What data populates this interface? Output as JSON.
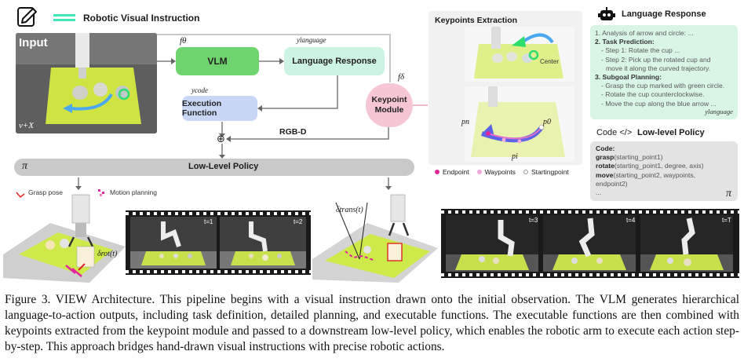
{
  "header": {
    "legend_label": "Robotic Visual Instruction"
  },
  "input_panel": {
    "label": "Input",
    "sub_label": "v+X"
  },
  "pipeline": {
    "f_theta": "fθ",
    "vlm_label": "VLM",
    "y_language_label": "ylanguage",
    "language_response_label": "Language Response",
    "y_code_label": "ycode",
    "execution_function_label": "Execution Function",
    "rgbd_label": "RGB-D",
    "f_delta": "fδ",
    "keypoint_module_label": "Keypoint Module",
    "plus_symbol": "⊕"
  },
  "low_level_bar": {
    "pi_symbol": "π",
    "label": "Low-Level Policy"
  },
  "keypoints": {
    "title": "Keypoints Extraction",
    "center_label": "Center",
    "pn_label": "pn",
    "p0_label": "p0",
    "pi_label": "pi",
    "legend": [
      {
        "label": "Endpoint",
        "color": "#e0269a"
      },
      {
        "label": "Waypoints",
        "color": "#f0a6d8"
      },
      {
        "label": "Startingpoint",
        "color": "#ffffff"
      }
    ]
  },
  "language_response": {
    "title": "Language Response",
    "lines": [
      "1. Analysis of arrow and circle: ...",
      "2. Task Prediction:",
      "- Step 1: Rotate the cup ...",
      "- Step 2: Pick up the rotated cup and",
      "move it along the curved trajectory.",
      "3. Subgoal Planning:",
      "- Grasp the cup marked with green circle.",
      "- Rotate the cup counterclockwise.",
      "- Move the cup along the blue arrow ..."
    ],
    "footer": "ylanguage"
  },
  "low_level_policy": {
    "code_icon": "Code </>",
    "title": "Low-level Policy",
    "code_header": "Code:",
    "code_lines": [
      {
        "fn": "grasp",
        "args": "(starting_point1)"
      },
      {
        "fn": "rotate",
        "args": "(starting_point1, degree, axis)"
      },
      {
        "fn": "move",
        "args": "(starting_point2, waypoints,"
      },
      {
        "fn": "",
        "args": "endpoint2)"
      },
      {
        "fn": "",
        "args": "..."
      }
    ],
    "pi_symbol": "π"
  },
  "bottom_labels": {
    "grasp_pose": "Grasp pose",
    "motion_planning": "Motion planning",
    "delta_rot": "δrot(t)",
    "delta_trans": "δtrans(t)"
  },
  "filmstrip_left": {
    "frames": [
      "t=1",
      "t=2"
    ]
  },
  "filmstrip_right": {
    "frames": [
      "t=3",
      "t=4",
      "t=T"
    ]
  },
  "caption": "Figure 3. VIEW Architecture. This pipeline begins with a visual instruction drawn onto the initial observation. The VLM generates hierarchical language-to-action outputs, including task definition, detailed planning, and executable functions. The executable functions are then combined with keypoints extracted from the keypoint module and passed to a downstream low-level policy, which enables the robotic arm to execute each action step-by-step. This approach bridges hand-drawn visual instructions with precise robotic actions.",
  "colors": {
    "vlm_green": "#6fd46d",
    "language_teal": "#cdf4e2",
    "exec_blue": "#c9d6f5",
    "keypoint_pink": "#f7c6d4",
    "bar_gray": "#c9c9c9",
    "cyan_legend": "#3ee6b8"
  }
}
